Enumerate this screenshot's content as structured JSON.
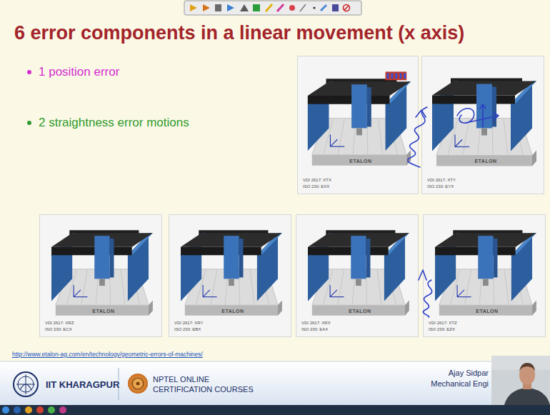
{
  "diagram": {
    "title": "6 error components in a linear movement (x axis)",
    "nodes": [
      {
        "text": [
          "VDI 2617: XTX",
          "ISO 230: EXX",
          "ETALON"
        ]
      },
      {
        "text": [
          "VDI 2617: XTY",
          "ISO 230: EYX",
          "ETALON"
        ]
      },
      {
        "text": [
          "VDI 2617: XRZ",
          "ISO 230: ECX",
          "ETALON"
        ]
      },
      {
        "text": [
          "VDI 2617: XRY",
          "ISO 230: EBX",
          "ETALON"
        ]
      },
      {
        "text": [
          "VDI 2617: XRX",
          "ISO 230: EAX",
          "ETALON"
        ]
      },
      {
        "text": [
          "VDI 2617: XTZ",
          "ISO 230: EZX",
          "ETALON"
        ]
      }
    ],
    "labels": [
      "1 position error",
      "2 straightness error motions",
      "http://www.etalon-ag.com/en/technology/geometric-errors-of-machines/",
      "IIT KHARAGPUR",
      "NPTEL ONLINE CERTIFICATION COURSES",
      "Ajay Sidpar",
      "Mechanical Engi"
    ]
  }
}
